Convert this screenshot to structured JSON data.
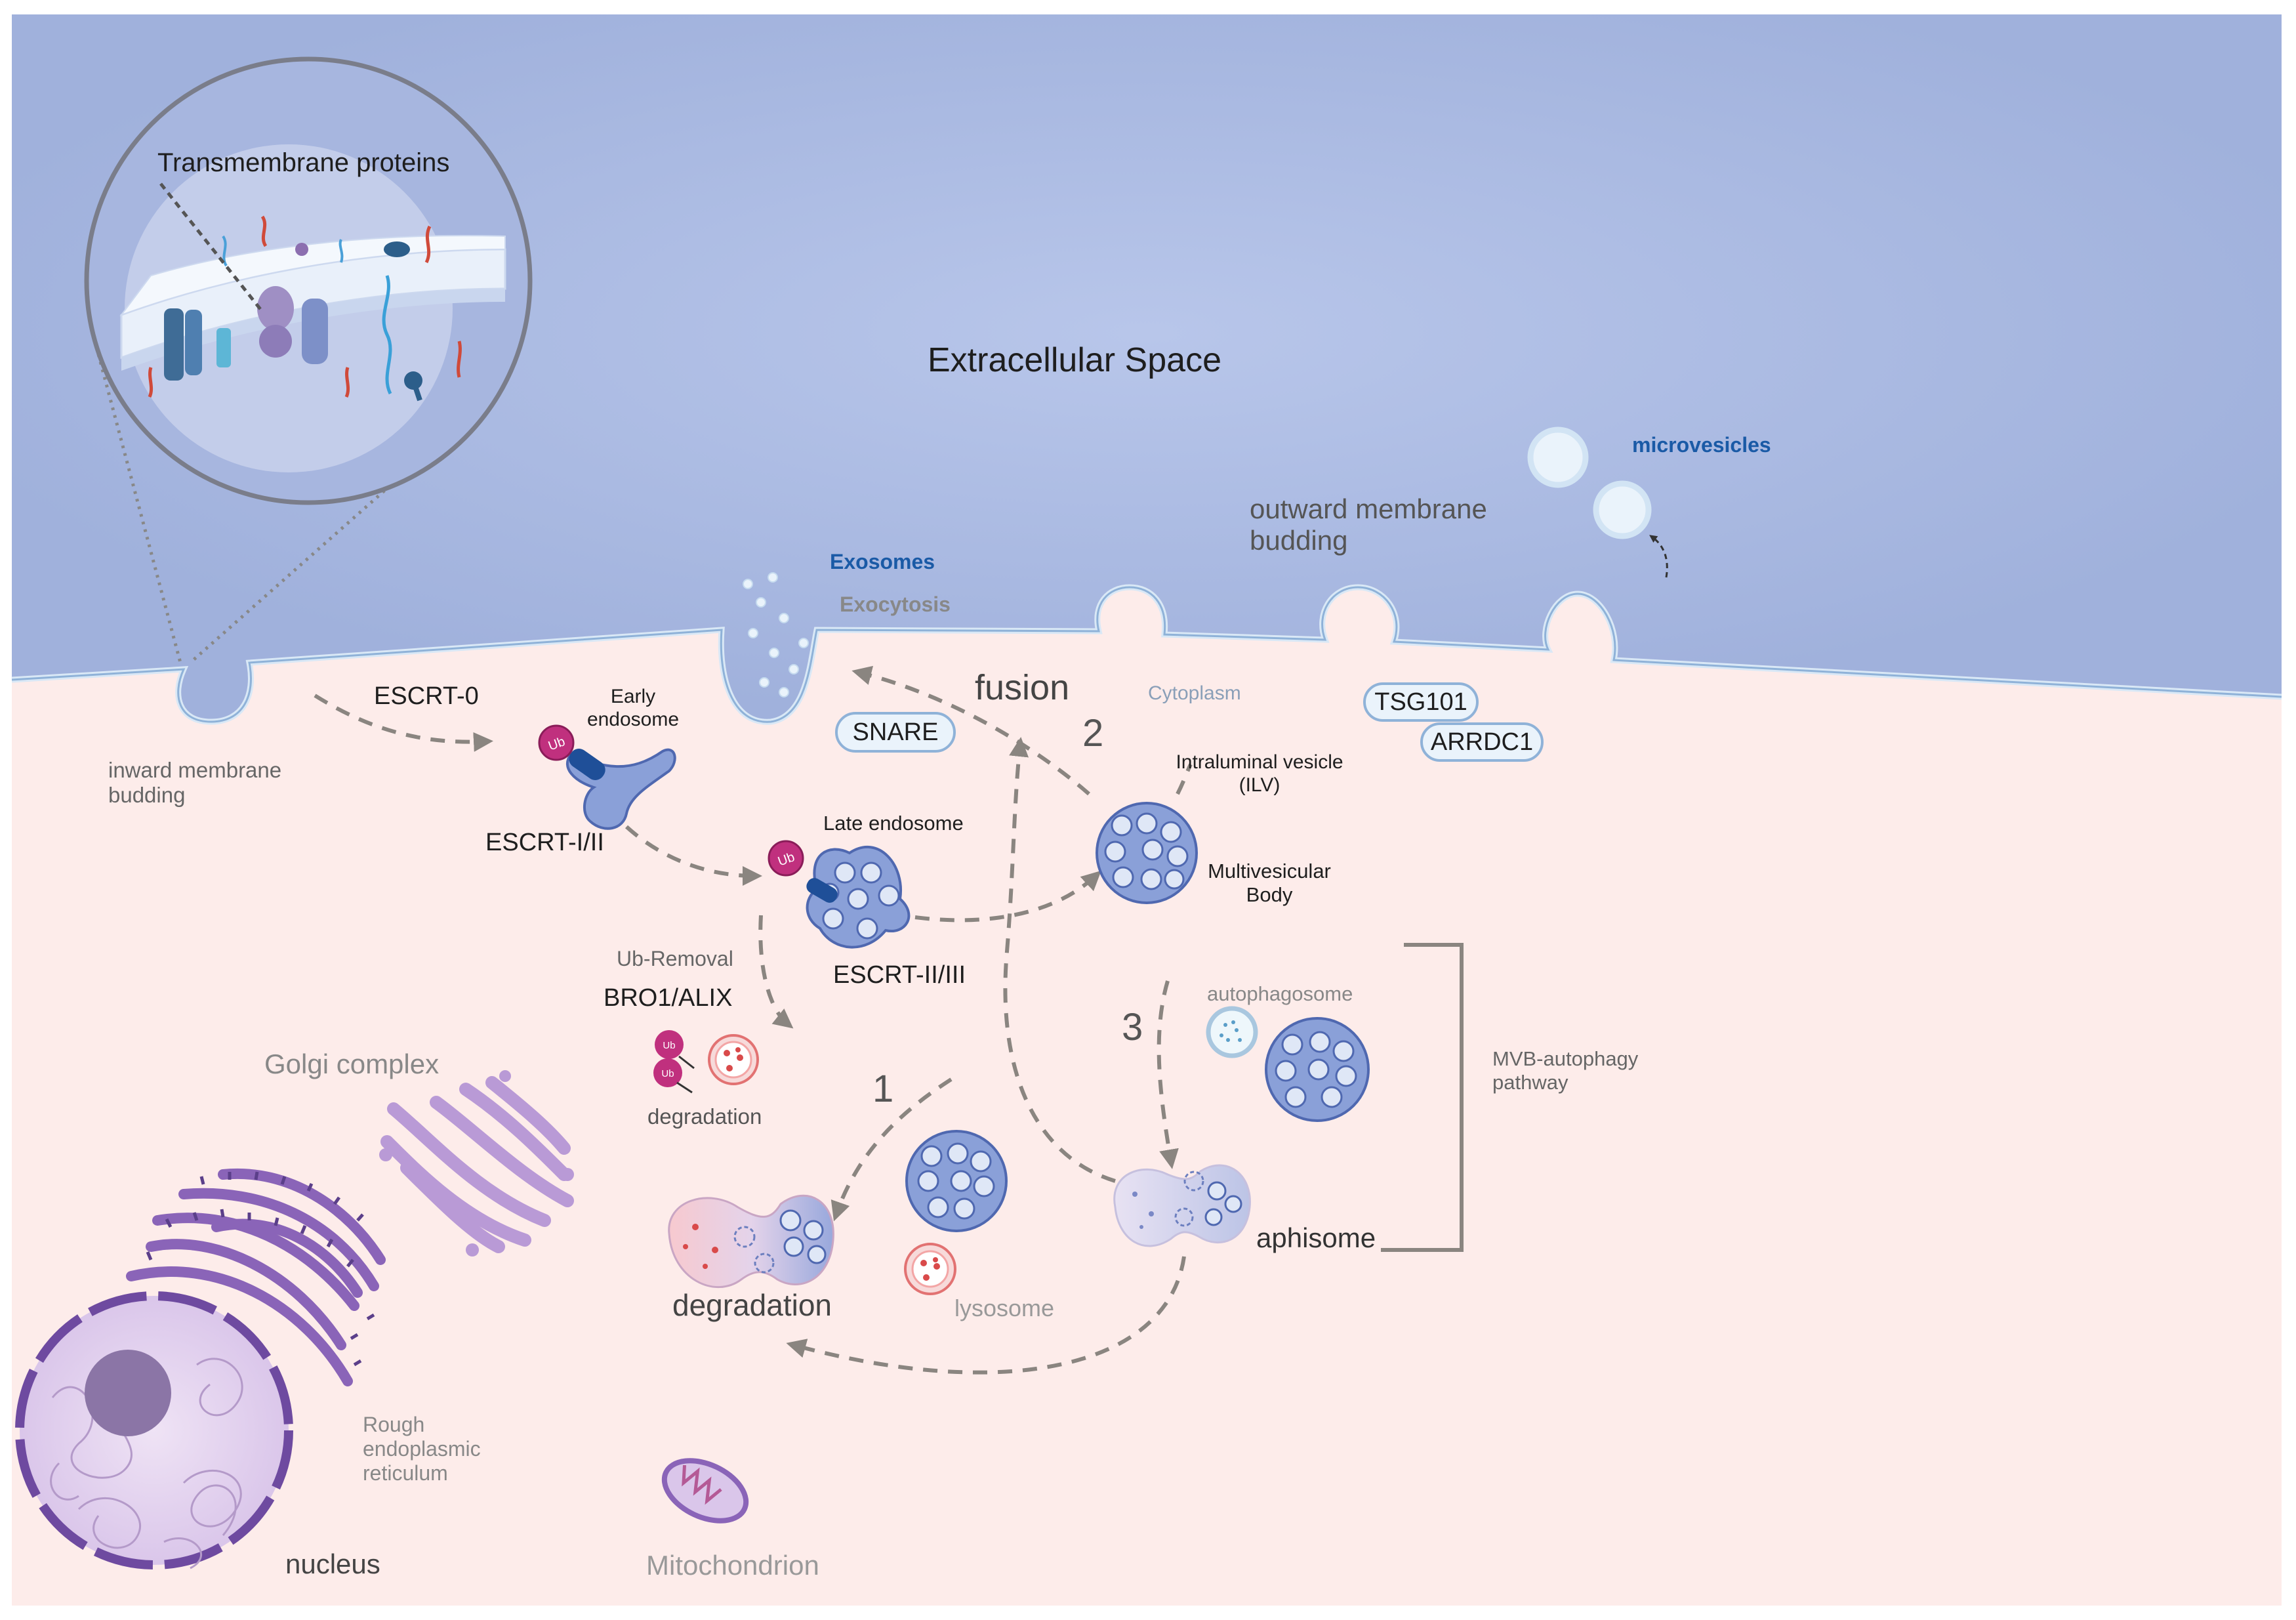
{
  "diagram": {
    "extracellular_title": "Extracellular Space",
    "inset_title": "Transmembrane proteins",
    "microvesicles": "microvesicles",
    "outward_budding": "outward membrane budding",
    "exosomes": "Exosomes",
    "exocytosis": "Exocytosis",
    "fusion": "fusion",
    "cytoplasm": "Cytoplasm",
    "inward_budding": "inward membrane budding",
    "escrt0": "ESCRT-0",
    "early_endosome": "Early endosome",
    "escrt_1_2": "ESCRT-I/II",
    "snare": "SNARE",
    "tsg101": "TSG101",
    "arrdc1": "ARRDC1",
    "step2": "2",
    "ilv": "Intraluminal vesicle (ILV)",
    "late_endosome": "Late endosome",
    "mvb": "Multivesicular Body",
    "escrt_2_3": "ESCRT-II/III",
    "ub_removal": "Ub-Removal",
    "bro1": "BRO1/ALIX",
    "degradation_small": "degradation",
    "golgi": "Golgi complex",
    "autophagosome": "autophagosome",
    "step3": "3",
    "mvb_autophagy": "MVB-autophagy pathway",
    "step1": "1",
    "aphisome": "aphisome",
    "degradation_main": "degradation",
    "lysosome": "lysosome",
    "rough_er": "Rough endoplasmic reticulum",
    "nucleus": "nucleus",
    "mitochondrion": "Mitochondrion",
    "ub_tag": "Ub"
  },
  "colors": {
    "extracellular": "#a0b1dc",
    "cytoplasm": "#fdecea",
    "membrane_edge": "#d9e8f6",
    "vesicle_fill": "#8aa0d8",
    "vesicle_edge": "#4f68b0",
    "arrow": "#8a8580",
    "ub_magenta": "#c0307e",
    "nucleus": "#6e4aa0",
    "golgi": "#b99ad6"
  }
}
